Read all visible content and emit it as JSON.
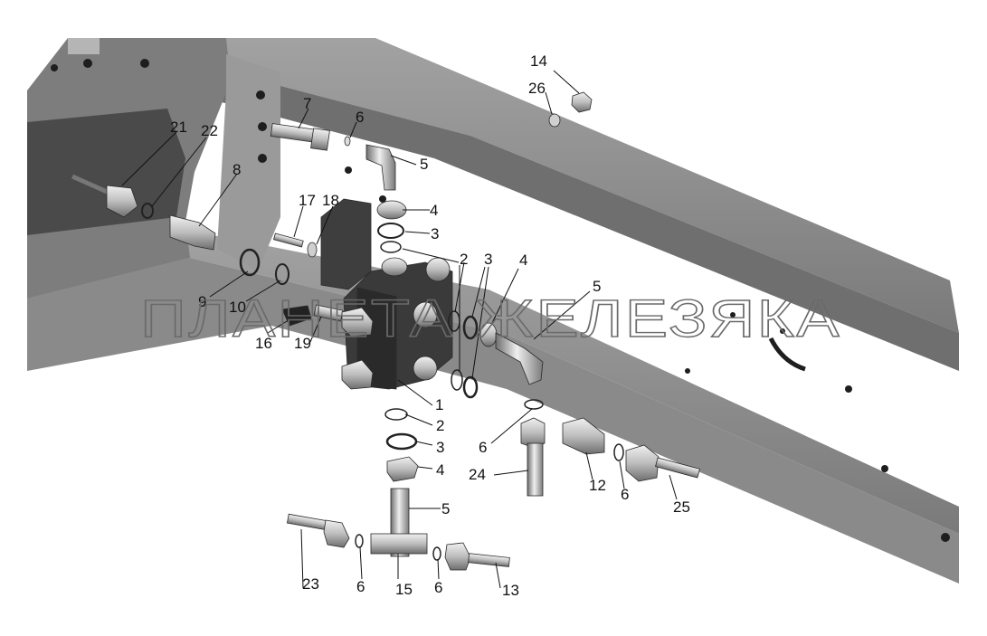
{
  "watermark": "ПЛАНЕТА ЖЕЛЕЗЯКА",
  "colors": {
    "frame_top": "#8e8e8e",
    "frame_side": "#5f5f5f",
    "frame_dark": "#3a3a3a",
    "part_light": "#d9d9d9",
    "part_mid": "#a8a8a8",
    "part_dark": "#5a5a5a",
    "callout": "#111111"
  },
  "callouts": {
    "c1": "1",
    "c2a": "2",
    "c2b": "2",
    "c3a": "3",
    "c3b": "3",
    "c3c": "3",
    "c4a": "4",
    "c4b": "4",
    "c4c": "4",
    "c5a": "5",
    "c5b": "5",
    "c5c": "5",
    "c6a": "6",
    "c6b": "6",
    "c6c": "6",
    "c6d": "6",
    "c6e": "6",
    "c7": "7",
    "c8": "8",
    "c9": "9",
    "c10": "10",
    "c12": "12",
    "c13": "13",
    "c14": "14",
    "c15": "15",
    "c16": "16",
    "c17": "17",
    "c18": "18",
    "c19": "19",
    "c21": "21",
    "c22": "22",
    "c23": "23",
    "c24": "24",
    "c25": "25",
    "c26": "26"
  }
}
